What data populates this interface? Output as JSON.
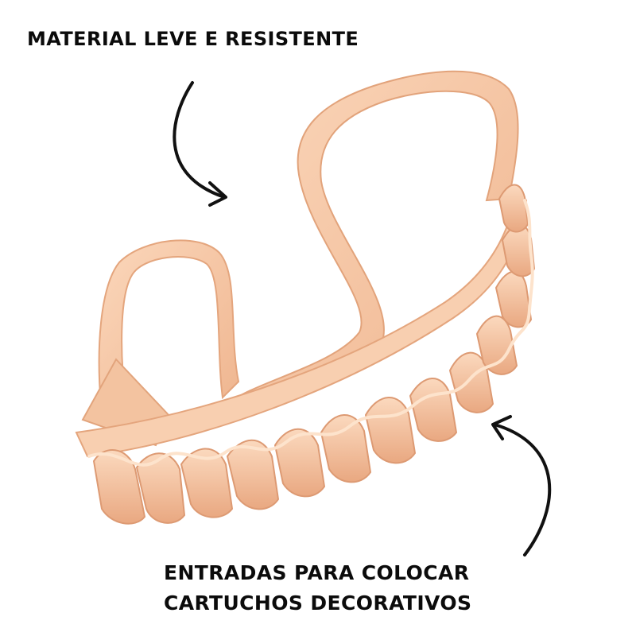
{
  "captions": {
    "top": "MATERIAL LEVE E RESISTENTE",
    "bottom_line1": "ENTRADAS PARA COLOCAR",
    "bottom_line2": "CARTUCHOS DECORATIVOS"
  },
  "product": {
    "name_icon": "ruffled-belt-strap-illustration",
    "base_color": "#f6c7a3",
    "shade_color": "#e7aa84",
    "highlight_color": "#fde3cc"
  },
  "arrows": {
    "top_icon": "curved-arrow-down-right-icon",
    "bottom_icon": "curved-arrow-up-left-icon",
    "color": "#111111"
  }
}
